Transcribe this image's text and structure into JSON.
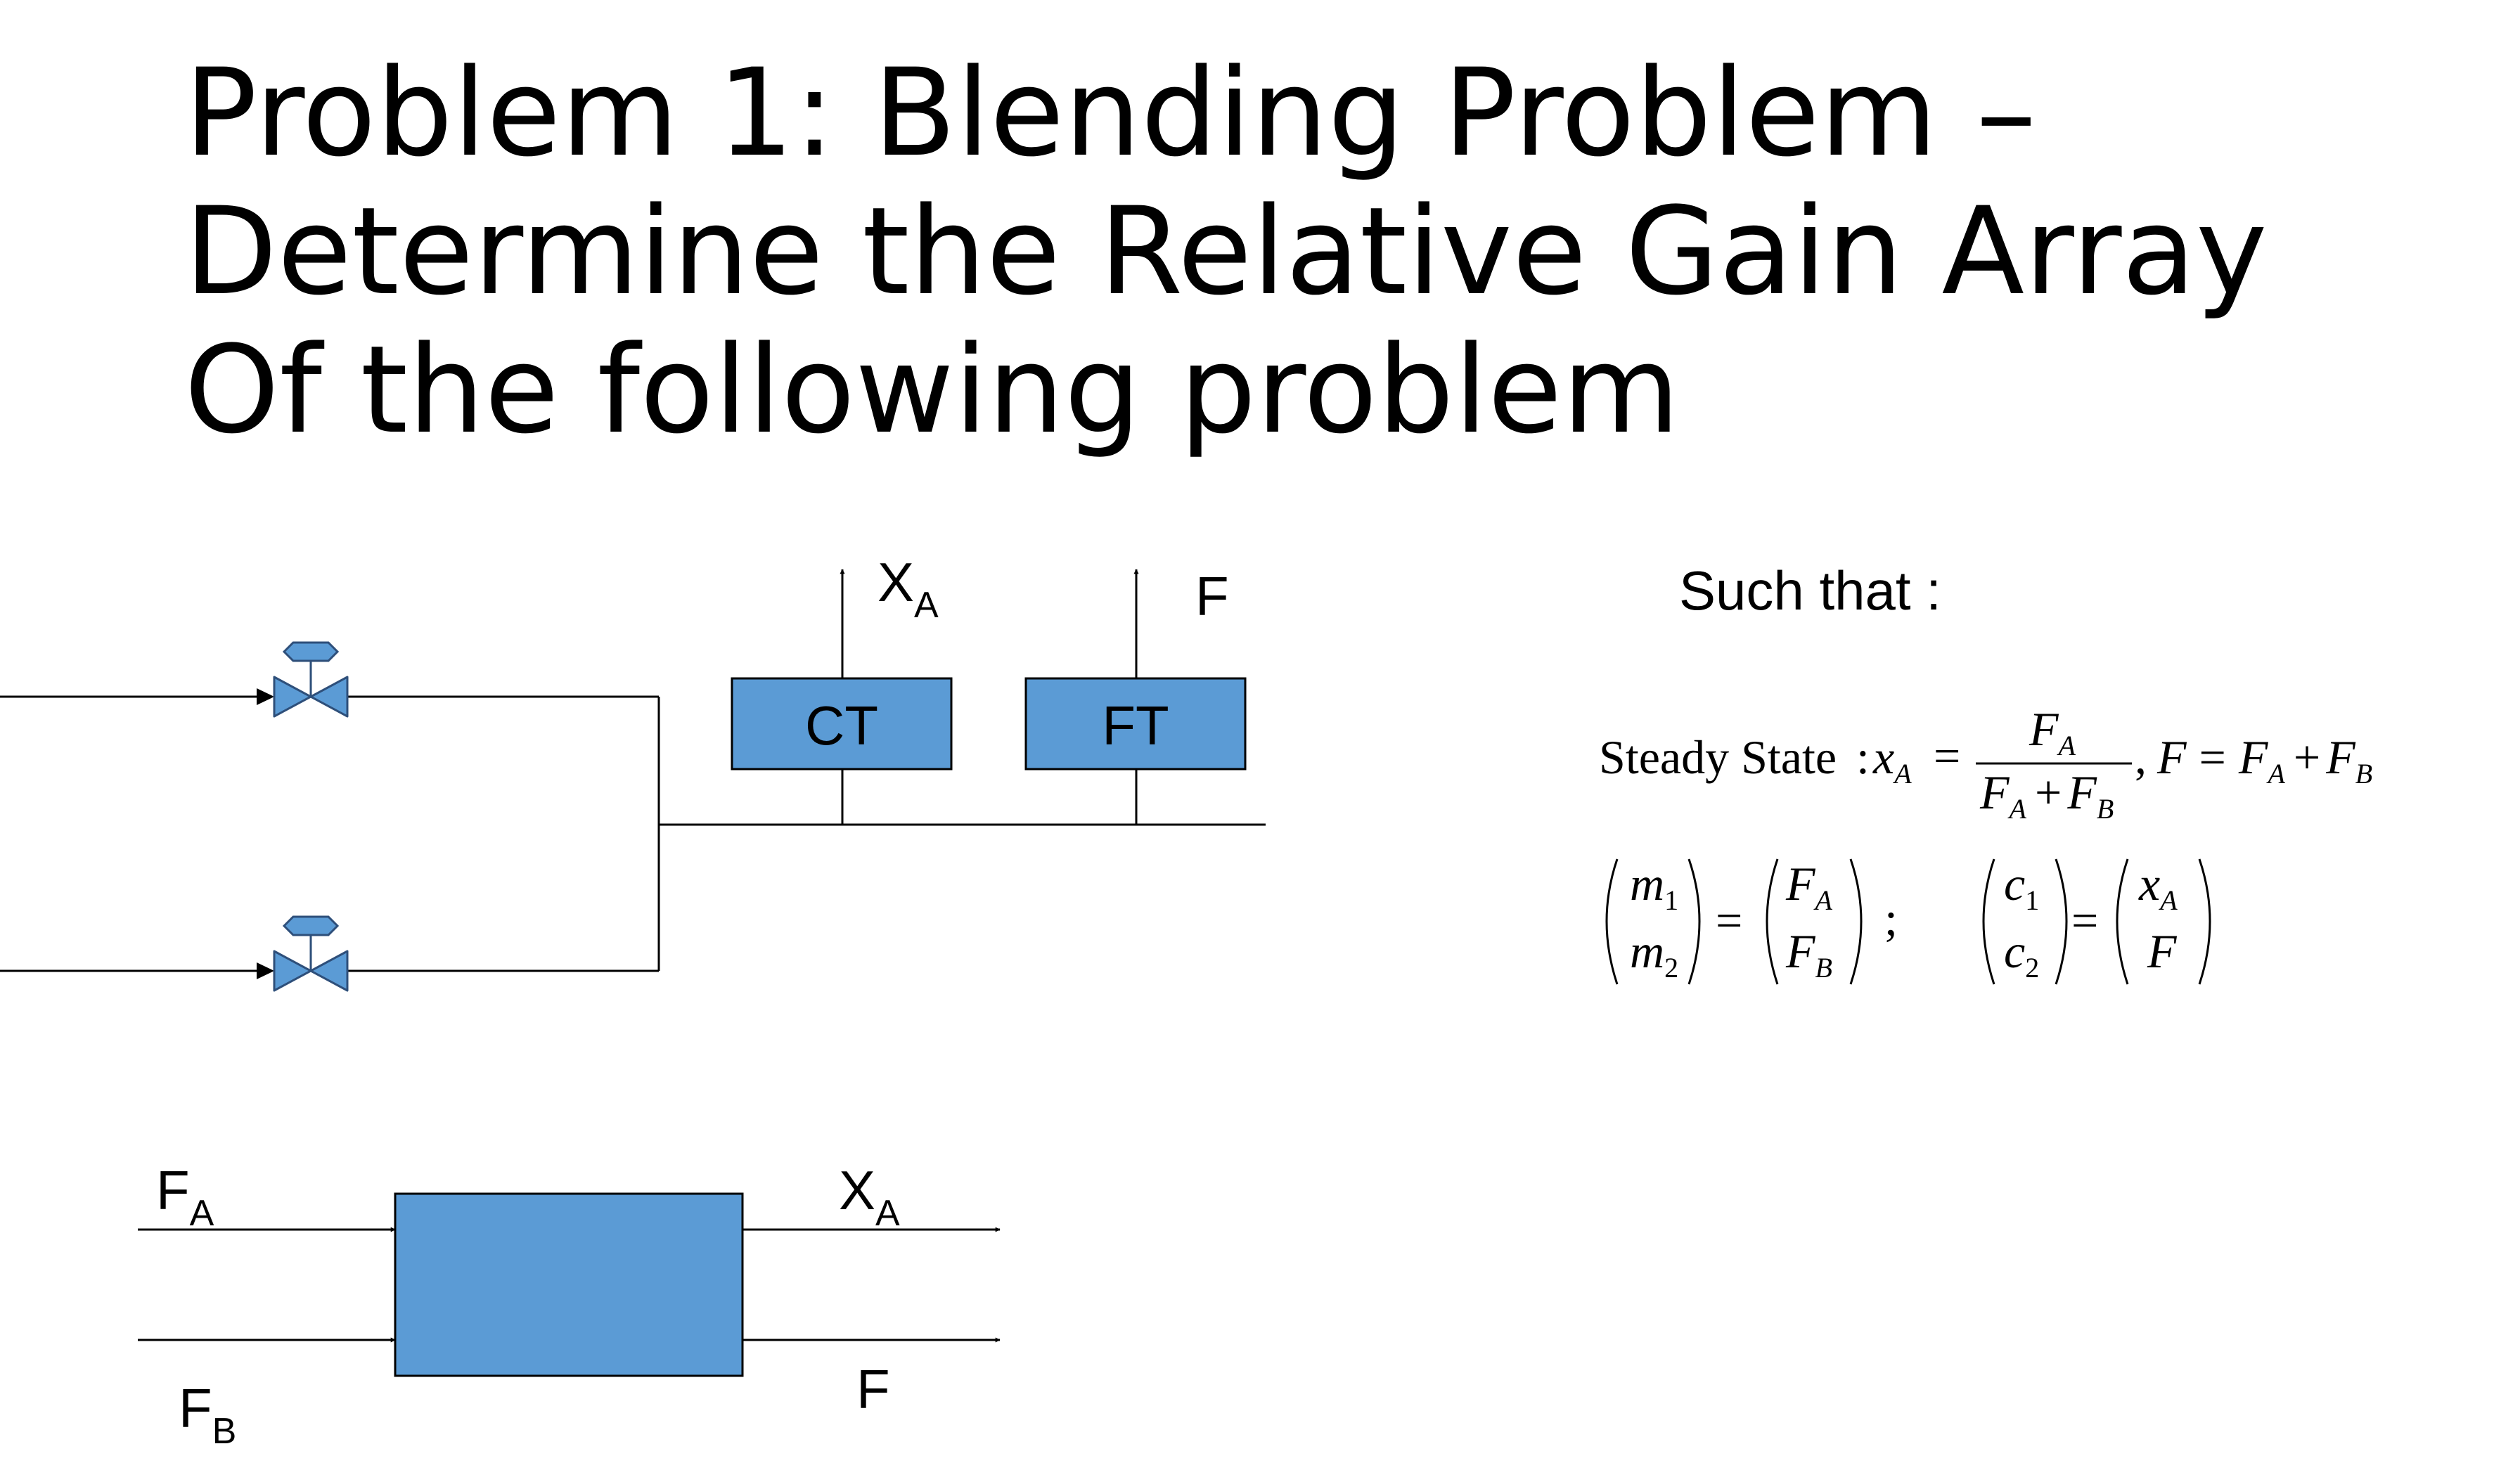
{
  "title": {
    "line1": "Problem 1: Blending Problem –",
    "line2": "Determine the Relative Gain Array",
    "line3": "Of the following problem"
  },
  "process": {
    "ct_label": "CT",
    "ft_label": "FT",
    "xa_main": "X",
    "xa_sub": "A",
    "f_label": "F"
  },
  "block": {
    "fa_main": "F",
    "fa_sub": "A",
    "fb_main": "F",
    "fb_sub": "B",
    "xa_main": "X",
    "xa_sub": "A",
    "f_label": "F"
  },
  "such_that": "Such that :",
  "equations": {
    "steady_label": "Steady State",
    "colon": ":",
    "x": "x",
    "a": "A",
    "b": "B",
    "F": "F",
    "eq": "=",
    "plus": "+",
    "comma": ",",
    "m": "m",
    "c": "c",
    "one": "1",
    "two": "2",
    "semicolon": ";"
  },
  "colors": {
    "accent_fill": "#5b9bd5",
    "stroke": "#000000",
    "valve_stroke": "#2e4f7a"
  }
}
